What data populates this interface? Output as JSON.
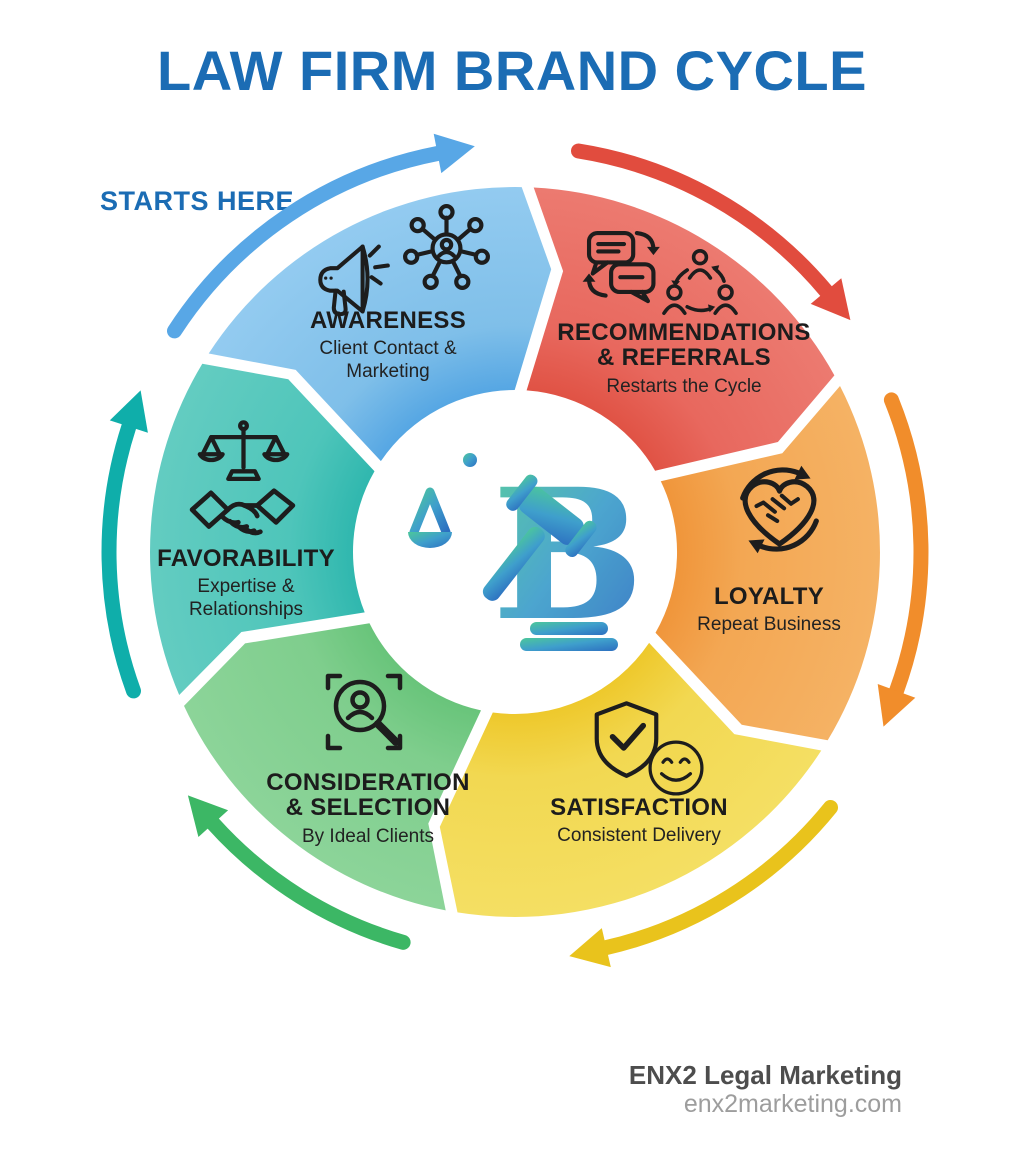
{
  "title": "LAW FIRM BRAND CYCLE",
  "starts_here": "STARTS HERE",
  "segments": [
    {
      "id": "awareness",
      "label": "AWARENESS",
      "sublabel": "Client Contact &\nMarketing",
      "color_inner": "#55A6E3",
      "color": "#7FBFE9",
      "color_outer": "#93CBF0",
      "arrow_color": "#58A7E6",
      "icons": [
        "megaphone-icon",
        "network-icon"
      ]
    },
    {
      "id": "recommendations-referrals",
      "label": "RECOMMENDATIONS\n& REFERRALS",
      "sublabel": "Restarts the Cycle",
      "color_inner": "#E05244",
      "color": "#E8685E",
      "color_outer": "#EC7A70",
      "arrow_color": "#E14C3E",
      "icons": [
        "chat-bubbles-icon",
        "people-cycle-icon"
      ]
    },
    {
      "id": "loyalty",
      "label": "LOYALTY",
      "sublabel": "Repeat Business",
      "color_inner": "#F0953A",
      "color": "#F3A753",
      "color_outer": "#F5B264",
      "arrow_color": "#F18D2B",
      "icons": [
        "heart-handshake-cycle-icon"
      ]
    },
    {
      "id": "satisfaction",
      "label": "SATISFACTION",
      "sublabel": "Consistent Delivery",
      "color_inner": "#EEC82B",
      "color": "#F2D851",
      "color_outer": "#F4DF63",
      "arrow_color": "#E9C31C",
      "icons": [
        "shield-check-icon",
        "smiley-icon"
      ]
    },
    {
      "id": "consideration-selection",
      "label": "CONSIDERATION\n& SELECTION",
      "sublabel": "By Ideal Clients",
      "color_inner": "#68C47A",
      "color": "#7FCE8D",
      "color_outer": "#8CD499",
      "arrow_color": "#3CB765",
      "icons": [
        "magnifier-person-icon"
      ]
    },
    {
      "id": "favorability",
      "label": "FAVORABILITY",
      "sublabel": "Expertise &\nRelationships",
      "color_inner": "#2FB7AE",
      "color": "#4EC5BA",
      "color_outer": "#63CCC1",
      "arrow_color": "#0FAEAA",
      "icons": [
        "scales-icon",
        "handshake-icon"
      ]
    }
  ],
  "center_logo": {
    "letter": "B",
    "icons": [
      "scales-icon",
      "gavel-icon"
    ]
  },
  "footer": {
    "brand": "ENX2 Legal Marketing",
    "website": "enx2marketing.com"
  },
  "colors": {
    "title_blue": "#1B6CB4",
    "label_text": "#1C1C1C",
    "footer_brand": "#4D4D4D",
    "footer_site": "#9D9D9D",
    "background": "#FFFFFF",
    "logo_teal": "#41C0A8",
    "logo_blue": "#2C6FC0"
  }
}
